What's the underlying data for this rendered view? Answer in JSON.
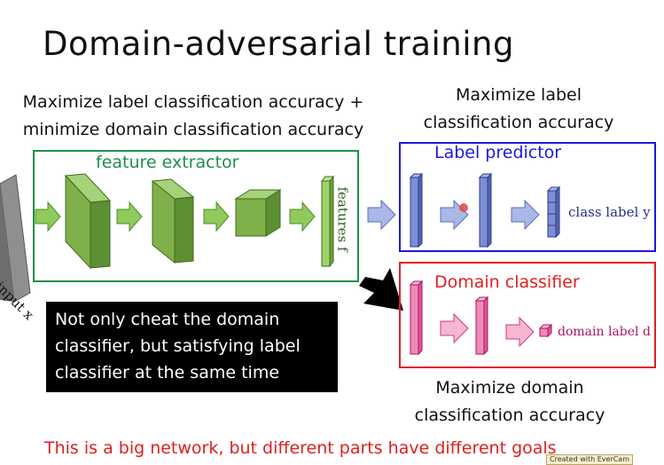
{
  "slide": {
    "title": "Domain-adversarial training",
    "left_goal_line1": "Maximize label classification accuracy +",
    "left_goal_line2": "minimize domain classification accuracy",
    "right_goal_line1": "Maximize label",
    "right_goal_line2": "classification accuracy",
    "bottom_goal_line1": "Maximize domain",
    "bottom_goal_line2": "classification accuracy",
    "footer": "This is a big network, but different parts have different goals",
    "watermark": "Created with EverCam"
  },
  "feature_extractor": {
    "label": "feature extractor",
    "features_text": "features f",
    "input_text": "input x",
    "color": "#1e8f4a"
  },
  "label_predictor": {
    "label": "Label predictor",
    "output_text": "class label y",
    "color": "#1a1ae0"
  },
  "domain_classifier": {
    "label": "Domain classifier",
    "output_text": "domain label d",
    "color": "#e02020"
  },
  "callout": {
    "line1": "Not only cheat the domain",
    "line2": "classifier, but satisfying label",
    "line3": "classifier at the same time"
  }
}
